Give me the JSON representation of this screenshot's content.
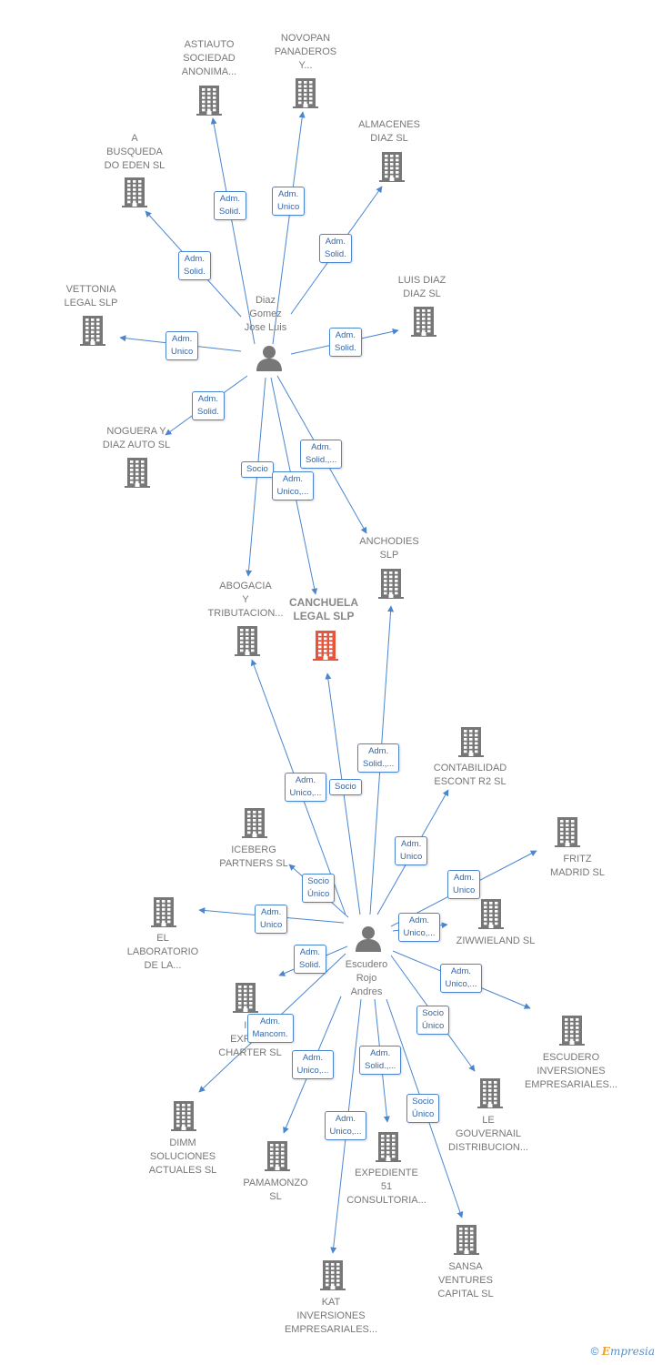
{
  "colors": {
    "edge": "#4a86d0",
    "building": "#777777",
    "focus": "#e8553a",
    "person": "#777777"
  },
  "footer": {
    "copyright": "©",
    "brand_first": "E",
    "brand_rest": "mpresia"
  },
  "nodes": [
    {
      "id": "astiauto",
      "label": "ASTIAUTO\nSOCIEDAD\nANONIMA...",
      "kind": "company"
    },
    {
      "id": "novopan",
      "label": "NOVOPAN\nPANADEROS\nY...",
      "kind": "company"
    },
    {
      "id": "almacenes",
      "label": "ALMACENES\nDIAZ SL",
      "kind": "company"
    },
    {
      "id": "abusqueda",
      "label": "A\nBUSQUEDA\nDO EDEN SL",
      "kind": "company"
    },
    {
      "id": "luisdiaz",
      "label": "LUIS DIAZ\nDIAZ  SL",
      "kind": "company"
    },
    {
      "id": "vettonia",
      "label": "VETTONIA\nLEGAL  SLP",
      "kind": "company"
    },
    {
      "id": "diazgomez",
      "label": "Diaz\nGomez\nJose Luis",
      "kind": "person"
    },
    {
      "id": "noguera",
      "label": "NOGUERA Y\nDIAZ AUTO SL",
      "kind": "company"
    },
    {
      "id": "anchodies",
      "label": "ANCHODIES\nSLP",
      "kind": "company"
    },
    {
      "id": "abogacia",
      "label": "ABOGACIA\nY\nTRIBUTACION...",
      "kind": "company"
    },
    {
      "id": "canchuela",
      "label": "CANCHUELA\nLEGAL  SLP",
      "kind": "focus"
    },
    {
      "id": "contabilidad",
      "label": "CONTABILIDAD\nESCONT R2  SL",
      "kind": "company"
    },
    {
      "id": "iceberg",
      "label": "ICEBERG\nPARTNERS  SL",
      "kind": "company"
    },
    {
      "id": "fritz",
      "label": "FRITZ\nMADRID  SL",
      "kind": "company"
    },
    {
      "id": "laboratorio",
      "label": "EL\nLABORATORIO\nDE LA...",
      "kind": "company"
    },
    {
      "id": "ziwwieland",
      "label": "ZIWWIELAND SL",
      "kind": "company"
    },
    {
      "id": "escudero",
      "label": "Escudero\nRojo\nAndres",
      "kind": "person"
    },
    {
      "id": "ibi",
      "label": "IBI\nEXPERT\nCHARTER  SL",
      "kind": "company"
    },
    {
      "id": "escuderoinv",
      "label": "ESCUDERO\nINVERSIONES\nEMPRESARIALES...",
      "kind": "company"
    },
    {
      "id": "legouvernail",
      "label": "LE\nGOUVERNAIL\nDISTRIBUCION...",
      "kind": "company"
    },
    {
      "id": "dimm",
      "label": "DIMM\nSOLUCIONES\nACTUALES  SL",
      "kind": "company"
    },
    {
      "id": "pamamonzo",
      "label": "PAMAMONZO\nSL",
      "kind": "company"
    },
    {
      "id": "expediente",
      "label": "EXPEDIENTE\n51\nCONSULTORIA...",
      "kind": "company"
    },
    {
      "id": "sansa",
      "label": "SANSA\nVENTURES\nCAPITAL  SL",
      "kind": "company"
    },
    {
      "id": "kat",
      "label": "KAT\nINVERSIONES\nEMPRESARIALES...",
      "kind": "company"
    }
  ],
  "edges": [
    {
      "from": "diazgomez",
      "to": "astiauto",
      "label": "Adm.\nSolid."
    },
    {
      "from": "diazgomez",
      "to": "novopan",
      "label": "Adm.\nUnico"
    },
    {
      "from": "diazgomez",
      "to": "almacenes",
      "label": "Adm.\nSolid."
    },
    {
      "from": "diazgomez",
      "to": "abusqueda",
      "label": "Adm.\nSolid."
    },
    {
      "from": "diazgomez",
      "to": "luisdiaz",
      "label": "Adm.\nSolid."
    },
    {
      "from": "diazgomez",
      "to": "vettonia",
      "label": "Adm.\nUnico"
    },
    {
      "from": "diazgomez",
      "to": "noguera",
      "label": "Adm.\nSolid."
    },
    {
      "from": "diazgomez",
      "to": "anchodies",
      "label": "Adm.\nSolid.,..."
    },
    {
      "from": "diazgomez",
      "to": "abogacia",
      "label": "Socio"
    },
    {
      "from": "diazgomez",
      "to": "canchuela",
      "label": "Adm.\nUnico,..."
    },
    {
      "from": "escudero",
      "to": "anchodies",
      "label": "Adm.\nSolid.,..."
    },
    {
      "from": "escudero",
      "to": "abogacia",
      "label": "Adm.\nUnico,..."
    },
    {
      "from": "escudero",
      "to": "canchuela",
      "label": "Socio"
    },
    {
      "from": "escudero",
      "to": "contabilidad",
      "label": "Adm.\nUnico"
    },
    {
      "from": "escudero",
      "to": "iceberg",
      "label": "Socio\nÚnico"
    },
    {
      "from": "escudero",
      "to": "fritz",
      "label": "Adm.\nUnico"
    },
    {
      "from": "escudero",
      "to": "laboratorio",
      "label": "Adm.\nUnico"
    },
    {
      "from": "escudero",
      "to": "ziwwieland",
      "label": "Adm.\nUnico,..."
    },
    {
      "from": "escudero",
      "to": "ibi",
      "label": "Adm.\nSolid."
    },
    {
      "from": "escudero",
      "to": "escuderoinv",
      "label": "Adm.\nUnico,..."
    },
    {
      "from": "escudero",
      "to": "legouvernail",
      "label": "Socio\nÚnico"
    },
    {
      "from": "escudero",
      "to": "dimm",
      "label": "Adm.\nMancom."
    },
    {
      "from": "escudero",
      "to": "pamamonzo",
      "label": "Adm.\nUnico,..."
    },
    {
      "from": "escudero",
      "to": "expediente",
      "label": "Adm.\nSolid.,..."
    },
    {
      "from": "escudero",
      "to": "sansa",
      "label": "Socio\nÚnico"
    },
    {
      "from": "escudero",
      "to": "kat",
      "label": "Adm.\nUnico,..."
    }
  ]
}
